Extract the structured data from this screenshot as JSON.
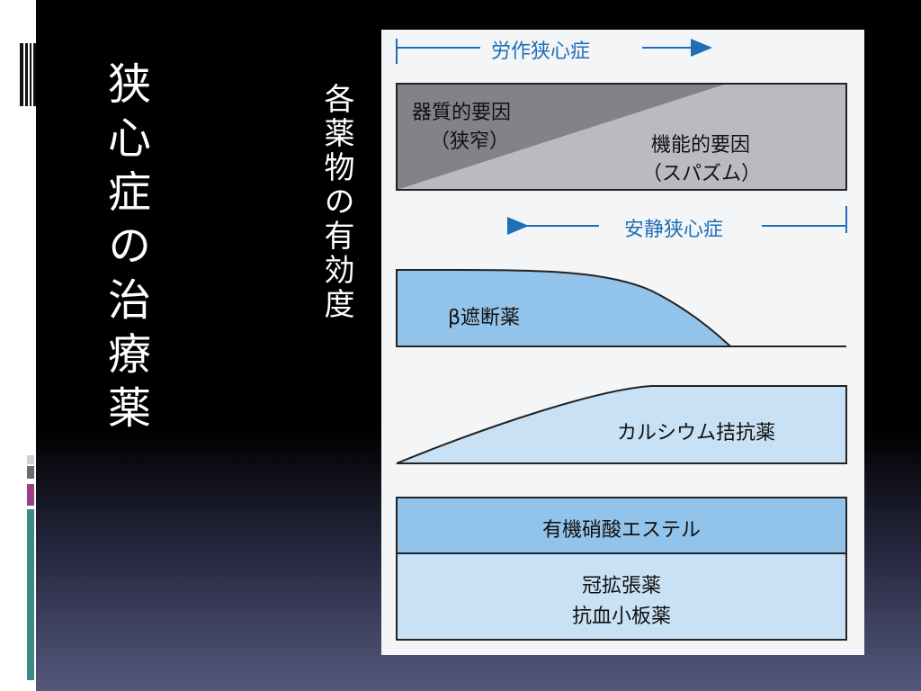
{
  "slide": {
    "title": "狭心症の治療薬",
    "subtitle": "各薬物の有効度"
  },
  "figure": {
    "effort_angina_label": "労作狭心症",
    "rest_angina_label": "安静狭心症",
    "organic_factor": "器質的要因",
    "organic_factor_detail": "（狭窄）",
    "functional_factor": "機能的要因",
    "functional_factor_detail": "（スパズム）",
    "beta_blocker": "β遮断薬",
    "calcium_antagonist": "カルシウム拮抗薬",
    "nitrate_ester": "有機硝酸エステル",
    "coronary_dilator": "冠拡張薬",
    "antiplatelet": "抗血小板薬"
  },
  "colors": {
    "arrow_blue": "#1e6fb6",
    "drug_fill_blue": "#92c3ea",
    "light_blue": "#c9e1f4",
    "gray_light": "#b9bbbe",
    "gray_dark": "#818386"
  }
}
